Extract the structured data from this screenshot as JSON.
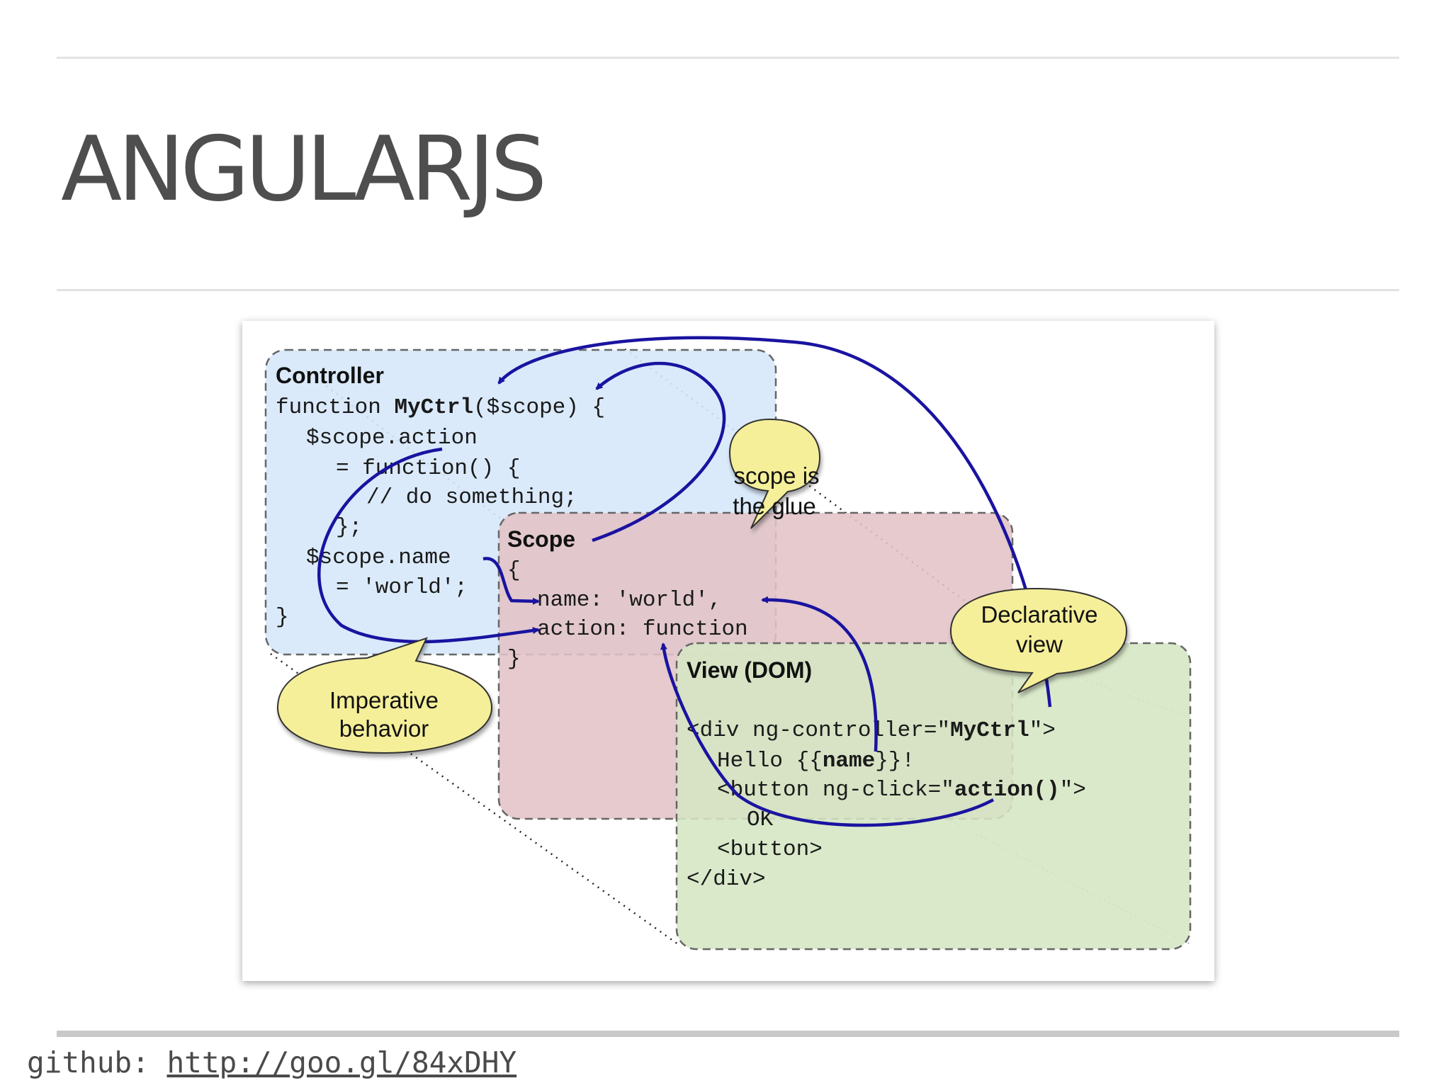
{
  "slide": {
    "title": "ANGULARJS",
    "footer_prefix": "github: ",
    "footer_link": "http://goo.gl/84xDHY"
  },
  "diagram": {
    "controller": {
      "label": "Controller",
      "code": {
        "l1_pre": "function ",
        "l1_bold": "MyCtrl",
        "l1_post": "($scope) {",
        "l2": "$scope.action",
        "l3": "= function() {",
        "l4": "// do something;",
        "l5": "};",
        "l6": "$scope.name",
        "l7": "= 'world';",
        "l8": "}"
      }
    },
    "scope": {
      "label": "Scope",
      "code": {
        "l1": "{",
        "l2": "name: 'world',",
        "l3": "action: function",
        "l4": "}"
      }
    },
    "view": {
      "label": "View (DOM)",
      "code": {
        "l1_pre": "<div ng-controller=\"",
        "l1_bold": "MyCtrl",
        "l1_post": "\">",
        "l2_pre": "Hello {{",
        "l2_bold": "name",
        "l2_post": "}}!",
        "l3_pre": "<button ng-click=\"",
        "l3_bold": "action()",
        "l3_post": "\">",
        "l4": "OK",
        "l5": "<button>",
        "l6": "</div>"
      }
    },
    "bubbles": {
      "glue_l1": "scope is",
      "glue_l2": "the glue",
      "imperative_l1": "Imperative",
      "imperative_l2": "behavior",
      "declarative_l1": "Declarative",
      "declarative_l2": "view"
    },
    "colors": {
      "controller_fill": "#d6e8fa",
      "scope_fill": "#e2c3c6",
      "view_fill": "#d5e6c3",
      "bubble_fill": "#f5ef9a",
      "arrow": "#1a13a0"
    }
  }
}
